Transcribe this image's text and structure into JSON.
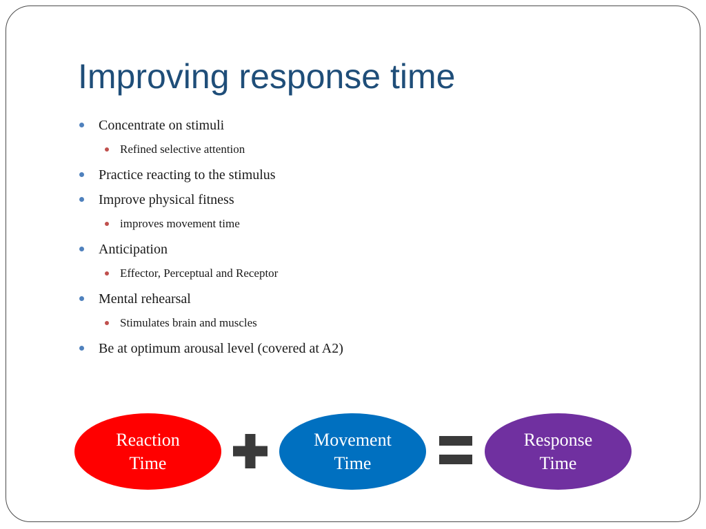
{
  "slide": {
    "title": "Improving response time",
    "bullets": [
      {
        "text": "Concentrate on stimuli",
        "sub": [
          "Refined selective attention"
        ]
      },
      {
        "text": "Practice reacting to the stimulus",
        "sub": []
      },
      {
        "text": "Improve physical fitness",
        "sub": [
          "improves movement time"
        ]
      },
      {
        "text": "Anticipation",
        "sub": [
          "Effector, Perceptual and Receptor"
        ]
      },
      {
        "text": "Mental rehearsal",
        "sub": [
          "Stimulates brain and muscles"
        ]
      },
      {
        "text": "Be at optimum arousal level (covered at A2)",
        "sub": []
      }
    ],
    "equation": {
      "reaction": {
        "line1": "Reaction",
        "line2": "Time",
        "color": "#ff0000"
      },
      "movement": {
        "line1": "Movement",
        "line2": "Time",
        "color": "#0070c0"
      },
      "response": {
        "line1": "Response",
        "line2": "Time",
        "color": "#7030a0"
      },
      "operator_icons": [
        "plus-icon",
        "equals-icon"
      ]
    },
    "colors": {
      "title": "#1f4e79",
      "bullet_level1": "#4f81bd",
      "bullet_level2": "#c0504d"
    }
  }
}
